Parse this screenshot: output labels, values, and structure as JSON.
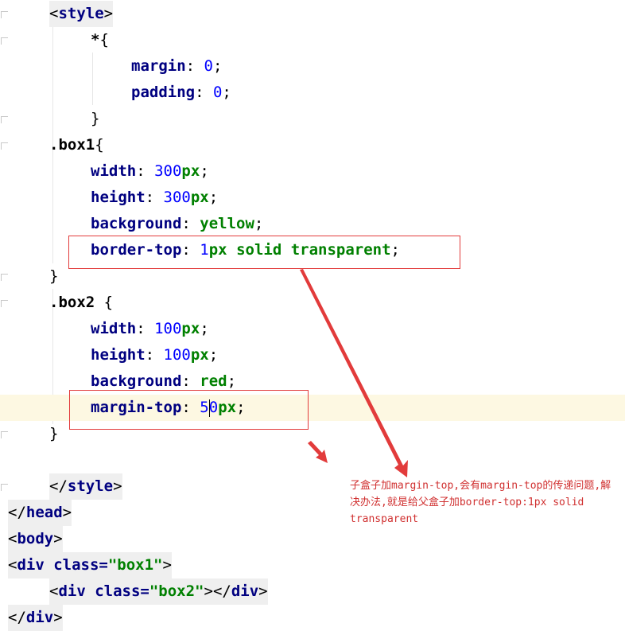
{
  "code": {
    "l1": {
      "open": "<",
      "tag": "style",
      "close": ">"
    },
    "l2": {
      "sel": "*",
      "brace": "{"
    },
    "l3": {
      "prop": "margin",
      "colon": ": ",
      "num": "0",
      "semi": ";"
    },
    "l4": {
      "prop": "padding",
      "colon": ": ",
      "num": "0",
      "semi": ";"
    },
    "l5": {
      "brace": "}"
    },
    "l6": {
      "sel": ".box1",
      "brace": "{"
    },
    "l7": {
      "prop": "width",
      "colon": ": ",
      "num": "300",
      "unit": "px",
      "semi": ";"
    },
    "l8": {
      "prop": "height",
      "colon": ": ",
      "num": "300",
      "unit": "px",
      "semi": ";"
    },
    "l9": {
      "prop": "background",
      "colon": ": ",
      "val": "yellow",
      "semi": ";"
    },
    "l10": {
      "prop": "border-top",
      "colon": ": ",
      "num": "1",
      "unit": "px",
      "rest": " solid transparent",
      "semi": ";"
    },
    "l11": {
      "brace": "}"
    },
    "l12": {
      "sel": ".box2",
      "brace": " {"
    },
    "l13": {
      "prop": "width",
      "colon": ": ",
      "num": "100",
      "unit": "px",
      "semi": ";"
    },
    "l14": {
      "prop": "height",
      "colon": ": ",
      "num": "100",
      "unit": "px",
      "semi": ";"
    },
    "l15": {
      "prop": "background",
      "colon": ": ",
      "val": "red",
      "semi": ";"
    },
    "l16": {
      "prop": "margin-top",
      "colon": ": ",
      "num_a": "5",
      "num_b": "0",
      "unit": "px",
      "semi": ";"
    },
    "l17": {
      "brace": "}"
    },
    "l18": {
      "open": "</",
      "tag": "style",
      "close": ">"
    },
    "l19": {
      "open": "</",
      "tag": "head",
      "close": ">"
    },
    "l20": {
      "open": "<",
      "tag": "body",
      "close": ">"
    },
    "l21": {
      "open": "<",
      "tag": "div",
      "attr": " class=",
      "q": "\"box1\"",
      "close": ">"
    },
    "l22": {
      "open": "<",
      "tag": "div",
      "attr": " class=",
      "q": "\"box2\"",
      "mid": "></",
      "tag2": "div",
      "close": ">"
    },
    "l23": {
      "open": "</",
      "tag": "div",
      "close": ">"
    }
  },
  "annotation": {
    "text": "子盒子加margin-top,会有margin-top的传递问题,解决办法,就是给父盒子加border-top:1px solid transparent"
  },
  "colors": {
    "keyword": "#000080",
    "value": "#008000",
    "number": "#0000ff",
    "annotation": "#d03030",
    "highlight_line": "#fdf8e2"
  }
}
